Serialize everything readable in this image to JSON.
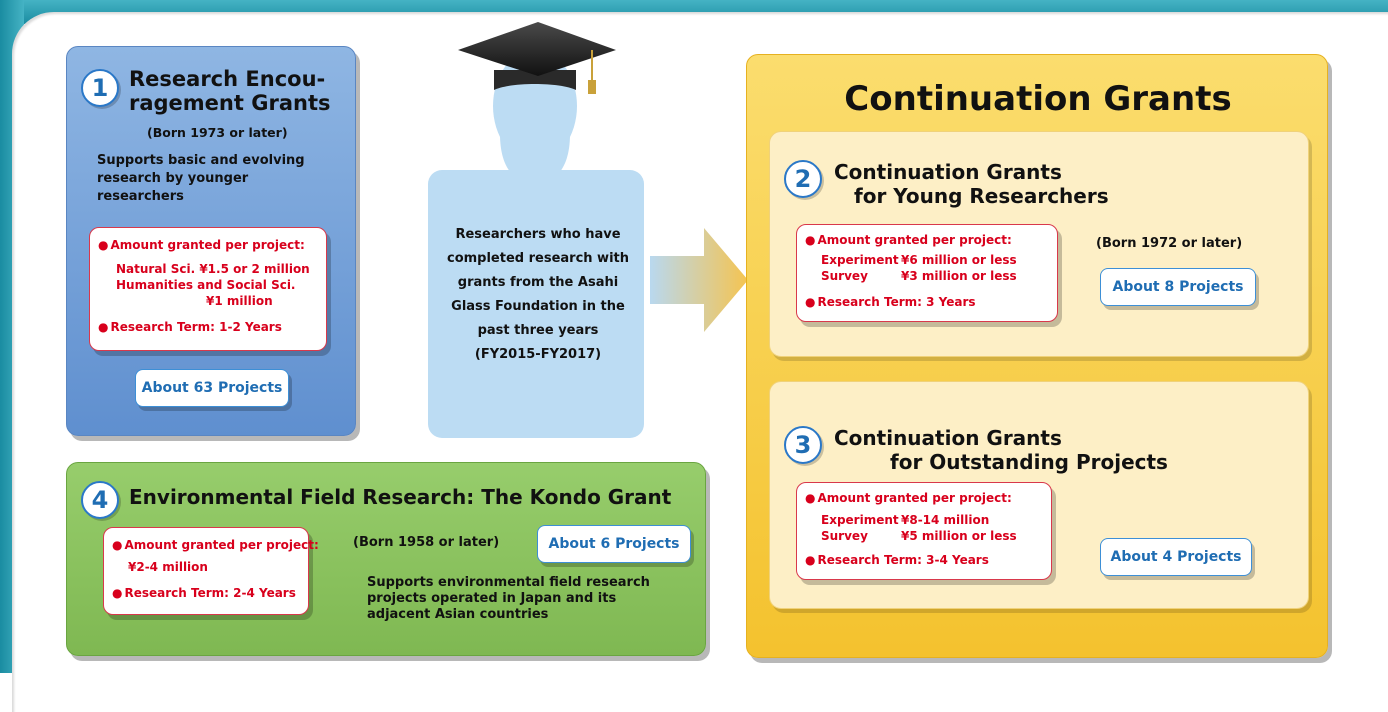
{
  "colors": {
    "teal_frame": "#1a8ca1",
    "blue_panel": "#7fa8d9",
    "green_panel": "#8cc463",
    "yellow_panel": "#f8d24f",
    "cream_panel": "#fdf0c4",
    "accent_red": "#d8001c",
    "accent_blue": "#1f6db3"
  },
  "grant1": {
    "number": "1",
    "title_line1": "Research Encou-",
    "title_line2": "ragement Grants",
    "born": "(Born 1973 or later)",
    "desc_line1": "Supports basic and evolving",
    "desc_line2": "research by younger",
    "desc_line3": "researchers",
    "amount_label": "Amount granted per project:",
    "amount_line1": "Natural Sci.  ¥1.5 or 2 million",
    "amount_line2": "Humanities and Social Sci.",
    "amount_line3": "¥1 million",
    "term": "Research Term: 1-2 Years",
    "projects": "About 63 Projects"
  },
  "center": {
    "icon": "graduate-silhouette-icon",
    "line1": "Researchers who have",
    "line2": "completed research with",
    "line3": "grants from the Asahi",
    "line4": "Glass Foundation in the",
    "line5": "past three years",
    "line6": "(FY2015-FY2017)"
  },
  "continuation": {
    "heading": "Continuation Grants",
    "grant2": {
      "number": "2",
      "title_line1": "Continuation Grants",
      "title_line2": "for Young Researchers",
      "amount_label": "Amount granted per project:",
      "exp_label": "Experiment",
      "exp_value": "¥6 million or less",
      "survey_label": "Survey",
      "survey_value": "¥3 million or less",
      "term": "Research Term: 3 Years",
      "born": "(Born 1972 or later)",
      "projects": "About 8 Projects"
    },
    "grant3": {
      "number": "3",
      "title_line1": "Continuation Grants",
      "title_line2": "for Outstanding Projects",
      "amount_label": "Amount granted per project:",
      "exp_label": "Experiment",
      "exp_value": "¥8-14 million",
      "survey_label": "Survey",
      "survey_value": "¥5 million or less",
      "term": "Research Term: 3-4 Years",
      "projects": "About 4 Projects"
    }
  },
  "grant4": {
    "number": "4",
    "title": "Environmental Field Research: The Kondo Grant",
    "amount_label": "Amount granted per project:",
    "amount_value": "¥2-4 million",
    "term": "Research Term: 2-4 Years",
    "born": "(Born 1958 or later)",
    "projects": "About 6 Projects",
    "desc_line1": "Supports environmental field research",
    "desc_line2": "projects operated in Japan and its",
    "desc_line3": "adjacent Asian countries"
  }
}
